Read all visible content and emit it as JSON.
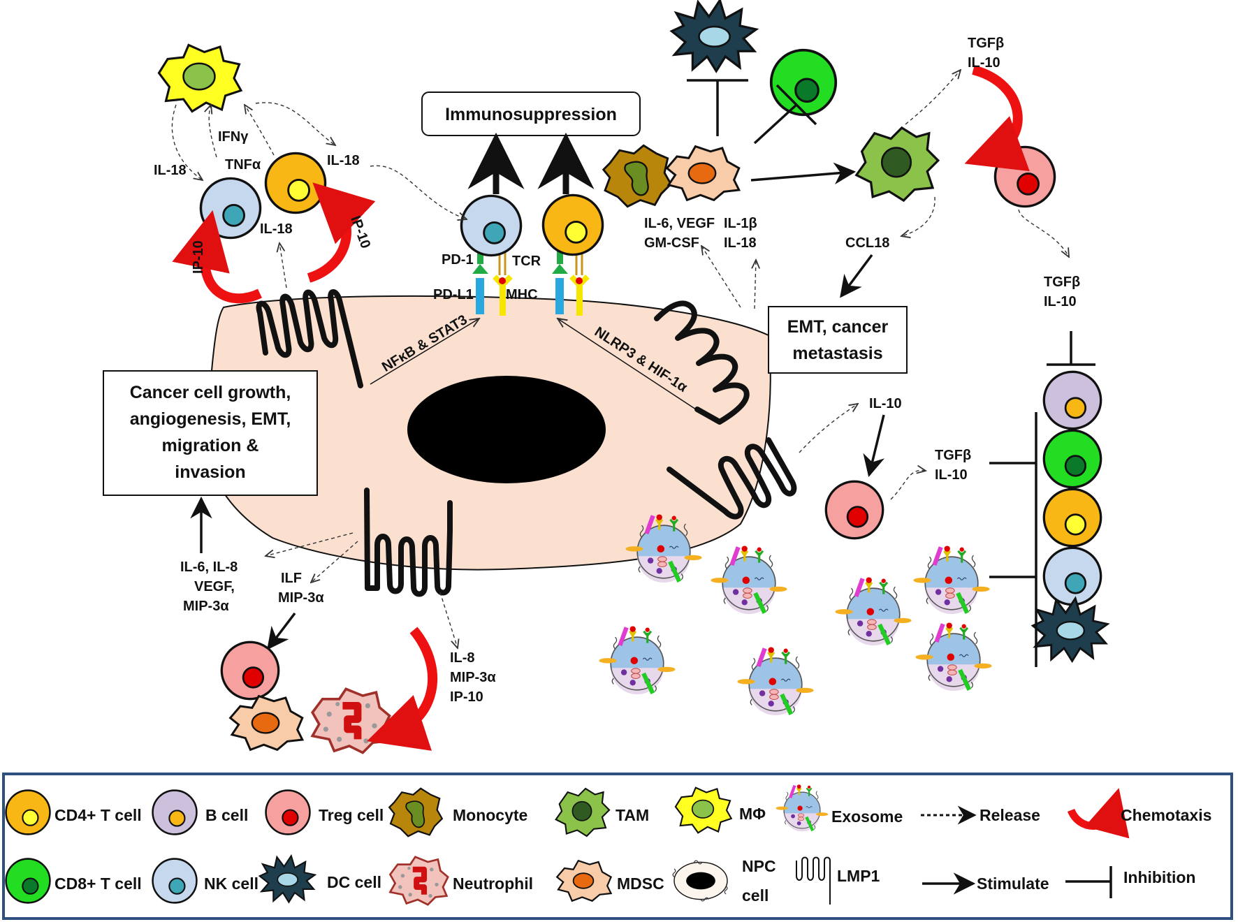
{
  "boxes": {
    "immunosuppression": "Immunosuppression",
    "growth": [
      "Cancer cell growth,",
      "angiogenesis,  EMT,",
      "migration &",
      "invasion"
    ],
    "emt": [
      "EMT, cancer",
      "metastasis"
    ]
  },
  "pathways": {
    "nfkb": "NFκB & STAT3",
    "nlrp3": "NLRP3 & HIF-1α"
  },
  "receptors": {
    "pd1": "PD-1",
    "tcr": "TCR",
    "pdl1": "PD-L1",
    "mhc": "MHC"
  },
  "cytokines": {
    "il18_left": "IL-18",
    "ifng": "IFNγ",
    "tnfa": "TNFα",
    "il18_right": "IL-18",
    "il18_mid": "IL-18",
    "ip10_left": "IP-10",
    "ip10_right": "IP-10",
    "il6_vegf": "IL-6, VEGF",
    "gmcsf": "GM-CSF",
    "il1b": "IL-1β",
    "il18_tam": "IL-18",
    "ccl18": "CCL18",
    "tgfb_top": "TGFβ",
    "il10_top": "IL-10",
    "tgfb_mid": "TGFβ",
    "il10_mid": "IL-10",
    "il10_right": "IL-10",
    "tgfb_lower": "TGFβ",
    "il10_lower": "IL-10",
    "bl1": "IL-6, IL-8",
    "bl2": "VEGF,",
    "bl3": "MIP-3α",
    "ilf": "ILF",
    "mip_mid": "MIP-3α",
    "br1": "IL-8",
    "br2": "MIP-3α",
    "br3": "IP-10"
  },
  "legend": {
    "cd4": "CD4+ T cell",
    "b_cell": "B cell",
    "treg": "Treg cell",
    "monocyte": "Monocyte",
    "tam": "TAM",
    "mphi": "MΦ",
    "exosome": "Exosome",
    "release": "Release",
    "chemotaxis": "Chemotaxis",
    "cd8": "CD8+ T cell",
    "nk": "NK cell",
    "dc": "DC cell",
    "neutrophil": "Neutrophil",
    "mdsc": "MDSC",
    "npc1": "NPC",
    "npc2": "cell",
    "lmp1": "LMP1",
    "stimulate": "Stimulate",
    "inhibition": "Inhibition"
  },
  "colors": {
    "cd4": "#F9B715",
    "cd8": "#22DD22",
    "b_cell": "#CDC0DD",
    "nk": "#C5D8EE",
    "treg": "#F6A0A0",
    "dc": "#1E3E4E",
    "tam": "#8BC34A",
    "mphi": "#FFFF22",
    "mdsc": "#F8CCA8",
    "monocyte": "#B8860B",
    "neutrophil": "#F2C3BD",
    "cancer_cell": "#FBE0D0",
    "chemotaxis": "#EE1111",
    "legend_border": "#2F4F7F"
  }
}
